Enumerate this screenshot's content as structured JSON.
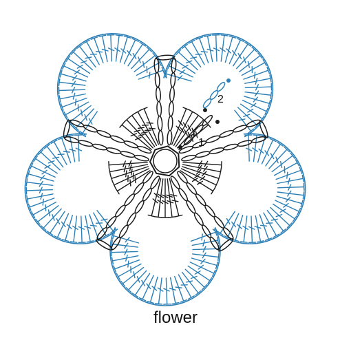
{
  "caption": "flower",
  "round_labels": [
    "1",
    "2"
  ],
  "colors": {
    "round1": "#1a1a1a",
    "round2": "#2b7fb6",
    "background": "#ffffff"
  },
  "petal_count": 5
}
